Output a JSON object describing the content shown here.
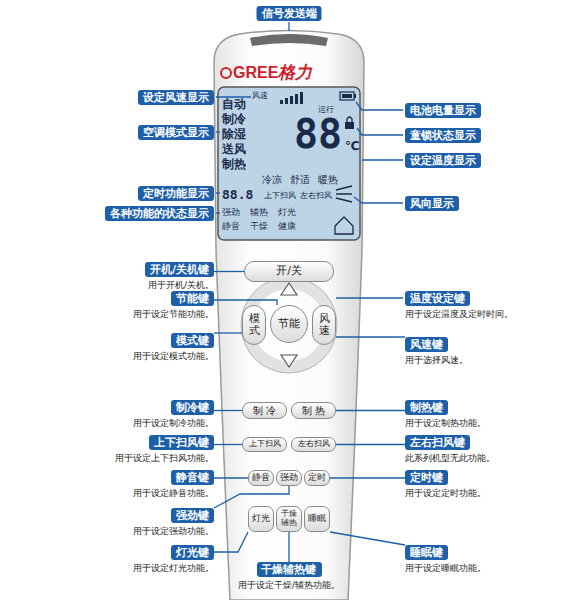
{
  "diagram": {
    "nodes": [
      {
        "text": [
          "信号发送端"
        ]
      },
      {
        "text": [
          "设定风速显示"
        ]
      },
      {
        "text": [
          "电池电量显示"
        ]
      },
      {
        "text": [
          "空调模式显示"
        ]
      },
      {
        "text": [
          "童锁状态显示"
        ]
      },
      {
        "text": [
          "设定温度显示"
        ]
      },
      {
        "text": [
          "定时功能显示"
        ]
      },
      {
        "text": [
          "风向显示"
        ]
      },
      {
        "text": [
          "各种功能的状态显示"
        ]
      },
      {
        "text": [
          "开机/关机键",
          "用于开机/关机。"
        ]
      },
      {
        "text": [
          "开/关"
        ]
      },
      {
        "text": [
          "节能键",
          "用于设定节能功能。"
        ]
      },
      {
        "text": [
          "温度设定键",
          "用于设定温度及定时时间。"
        ]
      },
      {
        "text": [
          "模式键",
          "用于设定模式功能。"
        ]
      },
      {
        "text": [
          "模式"
        ]
      },
      {
        "text": [
          "节能"
        ]
      },
      {
        "text": [
          "风速"
        ]
      },
      {
        "text": [
          "风速键",
          "用于选择风速。"
        ]
      },
      {
        "text": [
          "制冷键",
          "用于设定制冷功能。"
        ]
      },
      {
        "text": [
          "制 冷"
        ]
      },
      {
        "text": [
          "制 热"
        ]
      },
      {
        "text": [
          "制热键",
          "用于设定制热功能。"
        ]
      },
      {
        "text": [
          "上下扫风键",
          "用于设定上下扫风功能。"
        ]
      },
      {
        "text": [
          "上下扫风"
        ]
      },
      {
        "text": [
          "左右扫风"
        ]
      },
      {
        "text": [
          "左右扫风键",
          "此系列机型无此功能。"
        ]
      },
      {
        "text": [
          "静音键",
          "用于设定静音功能。"
        ]
      },
      {
        "text": [
          "静音"
        ]
      },
      {
        "text": [
          "强劲"
        ]
      },
      {
        "text": [
          "定时"
        ]
      },
      {
        "text": [
          "定时键",
          "用于设定定时功能。"
        ]
      },
      {
        "text": [
          "强劲键",
          "用于设定强劲功能。"
        ]
      },
      {
        "text": [
          "灯光"
        ]
      },
      {
        "text": [
          "干燥辅热"
        ]
      },
      {
        "text": [
          "睡眠"
        ]
      },
      {
        "text": [
          "灯光键",
          "用于设定灯光功能。"
        ]
      },
      {
        "text": [
          "睡眠键",
          "用于设定睡眠功能。"
        ]
      },
      {
        "text": [
          "干燥辅热键",
          "用于设定干燥/辅热功能。"
        ]
      }
    ],
    "edges": [
      {
        "from": 9,
        "to": 10,
        "arrow": "none"
      },
      {
        "from": 11,
        "to": 15,
        "arrow": "none"
      },
      {
        "from": 13,
        "to": 14,
        "arrow": "none"
      },
      {
        "from": 17,
        "to": 16,
        "arrow": "none"
      },
      {
        "from": 18,
        "to": 19,
        "arrow": "none"
      },
      {
        "from": 21,
        "to": 20,
        "arrow": "none"
      },
      {
        "from": 22,
        "to": 23,
        "arrow": "none"
      },
      {
        "from": 25,
        "to": 24,
        "arrow": "none"
      },
      {
        "from": 26,
        "to": 27,
        "arrow": "none"
      },
      {
        "from": 30,
        "to": 29,
        "arrow": "none"
      },
      {
        "from": 31,
        "to": 28,
        "arrow": "none"
      },
      {
        "from": 35,
        "to": 32,
        "arrow": "none"
      },
      {
        "from": 36,
        "to": 34,
        "arrow": "none"
      },
      {
        "from": 37,
        "to": 33,
        "arrow": "none"
      }
    ],
    "labels": [
      "GREE",
      "格力",
      "风速",
      "自动",
      "制冷",
      "除湿",
      "送风",
      "制热",
      "运行",
      "88",
      "℃",
      "冷凉",
      "舒适",
      "暖热",
      "88.8",
      "上下扫风",
      "左右扫风",
      "强劲",
      "辅热",
      "灯光",
      "静音",
      "干燥",
      "健康"
    ]
  }
}
